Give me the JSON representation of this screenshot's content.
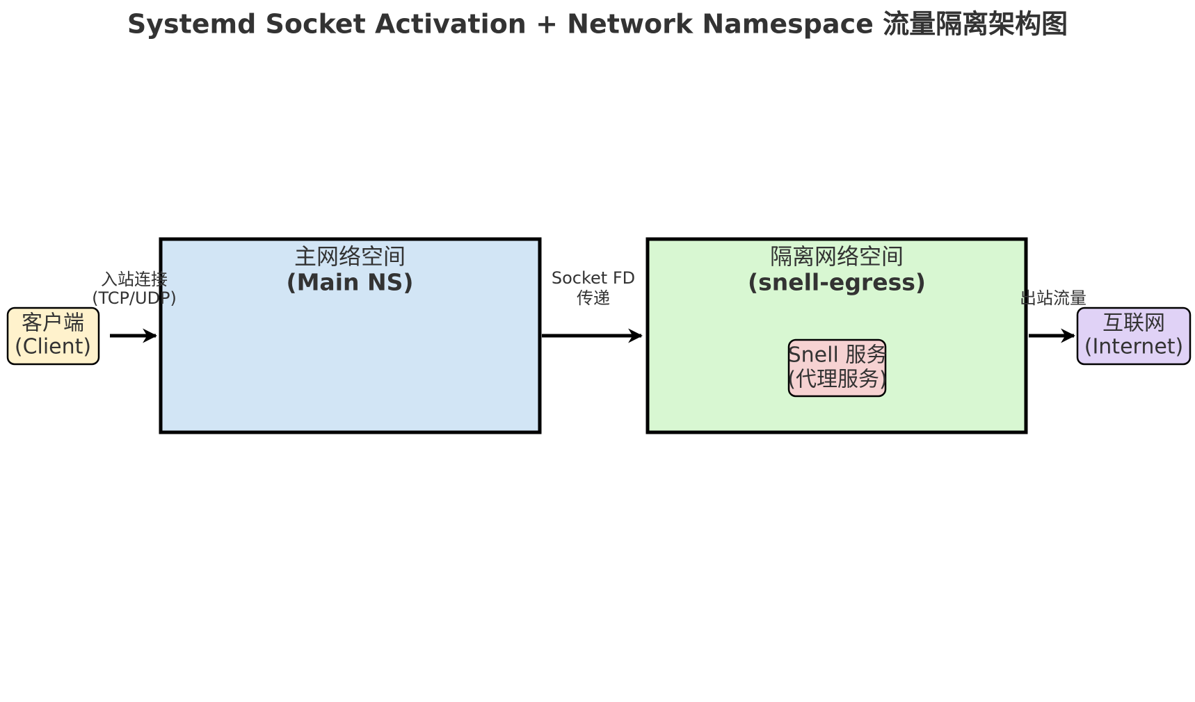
{
  "title": "Systemd Socket Activation + Network Namespace 流量隔离架构图",
  "colors": {
    "client_fill": "#fff2cc",
    "main_ns_fill": "#d2e5f5",
    "egress_ns_fill": "#d8f7d2",
    "snell_fill": "#f6d2d2",
    "internet_fill": "#e0d2f6",
    "stroke": "#000000",
    "text": "#333333"
  },
  "nodes": {
    "client": {
      "line1": "客户端",
      "line2": "(Client)"
    },
    "main_ns": {
      "line1": "主网络空间",
      "line2": "(Main NS)"
    },
    "egress_ns": {
      "line1": "隔离网络空间",
      "line2": "(snell-egress)"
    },
    "snell": {
      "line1": "Snell 服务",
      "line2": "(代理服务)"
    },
    "internet": {
      "line1": "互联网",
      "line2": "(Internet)"
    }
  },
  "edges": {
    "client_to_main": {
      "line1": "入站连接",
      "line2": "(TCP/UDP)"
    },
    "main_to_egress": {
      "line1": "Socket FD",
      "line2": "传递"
    },
    "egress_to_internet": {
      "line1": "出站流量"
    }
  }
}
